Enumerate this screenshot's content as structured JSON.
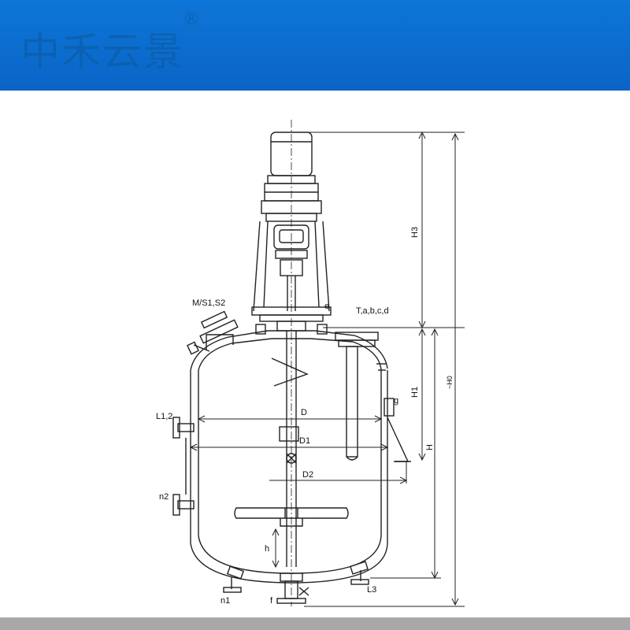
{
  "header": {
    "logo_text": "中禾云景",
    "registered_mark": "®",
    "background_color": "#0b6ad0"
  },
  "labels": {
    "motor_nozzles": "M/S1,S2",
    "e": "e",
    "thermo_nozzles": "T,a,b,c,d",
    "g": "g",
    "L12": "L1,2",
    "n2": "n2",
    "n1": "n1",
    "f": "f",
    "L3": "L3",
    "h": "h",
    "D": "D",
    "D1": "D1",
    "D2": "D2",
    "H": "H",
    "H0": "~H0",
    "H1": "H1",
    "H3": "H3"
  }
}
